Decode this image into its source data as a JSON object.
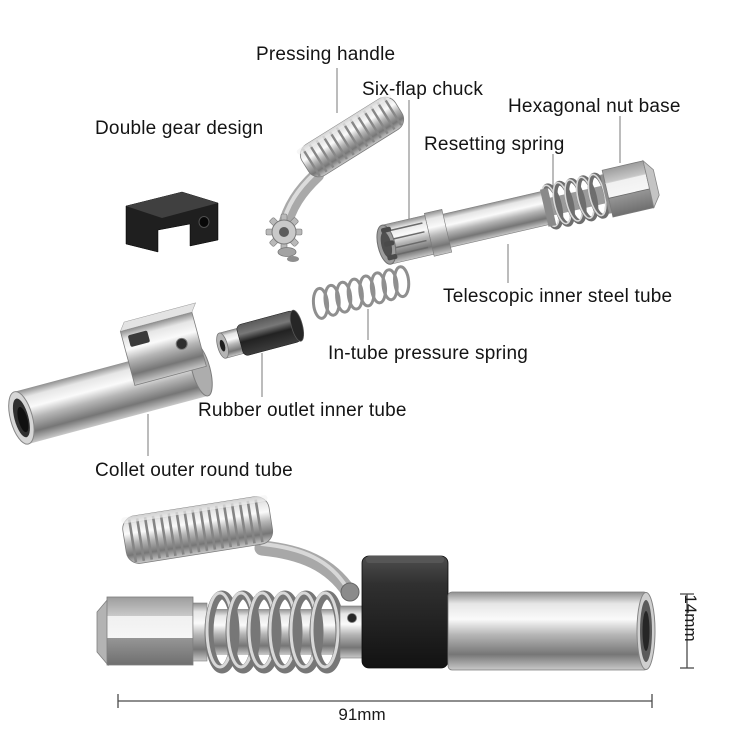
{
  "labels": {
    "pressing_handle": "Pressing handle",
    "six_flap_chuck": "Six-flap chuck",
    "hexagonal_nut_base": "Hexagonal nut base",
    "double_gear_design": "Double gear design",
    "resetting_spring": "Resetting spring",
    "telescopic_inner_steel_tube": "Telescopic inner steel tube",
    "in_tube_pressure_spring": "In-tube pressure spring",
    "rubber_outlet_inner_tube": "Rubber outlet inner tube",
    "collet_outer_round_tube": "Collet outer round tube"
  },
  "dimensions": {
    "length": "91mm",
    "diameter": "14mm"
  },
  "colors": {
    "background": "#ffffff",
    "text": "#141414",
    "leader_line": "#909090",
    "dimension_line": "#4a4a4a"
  }
}
